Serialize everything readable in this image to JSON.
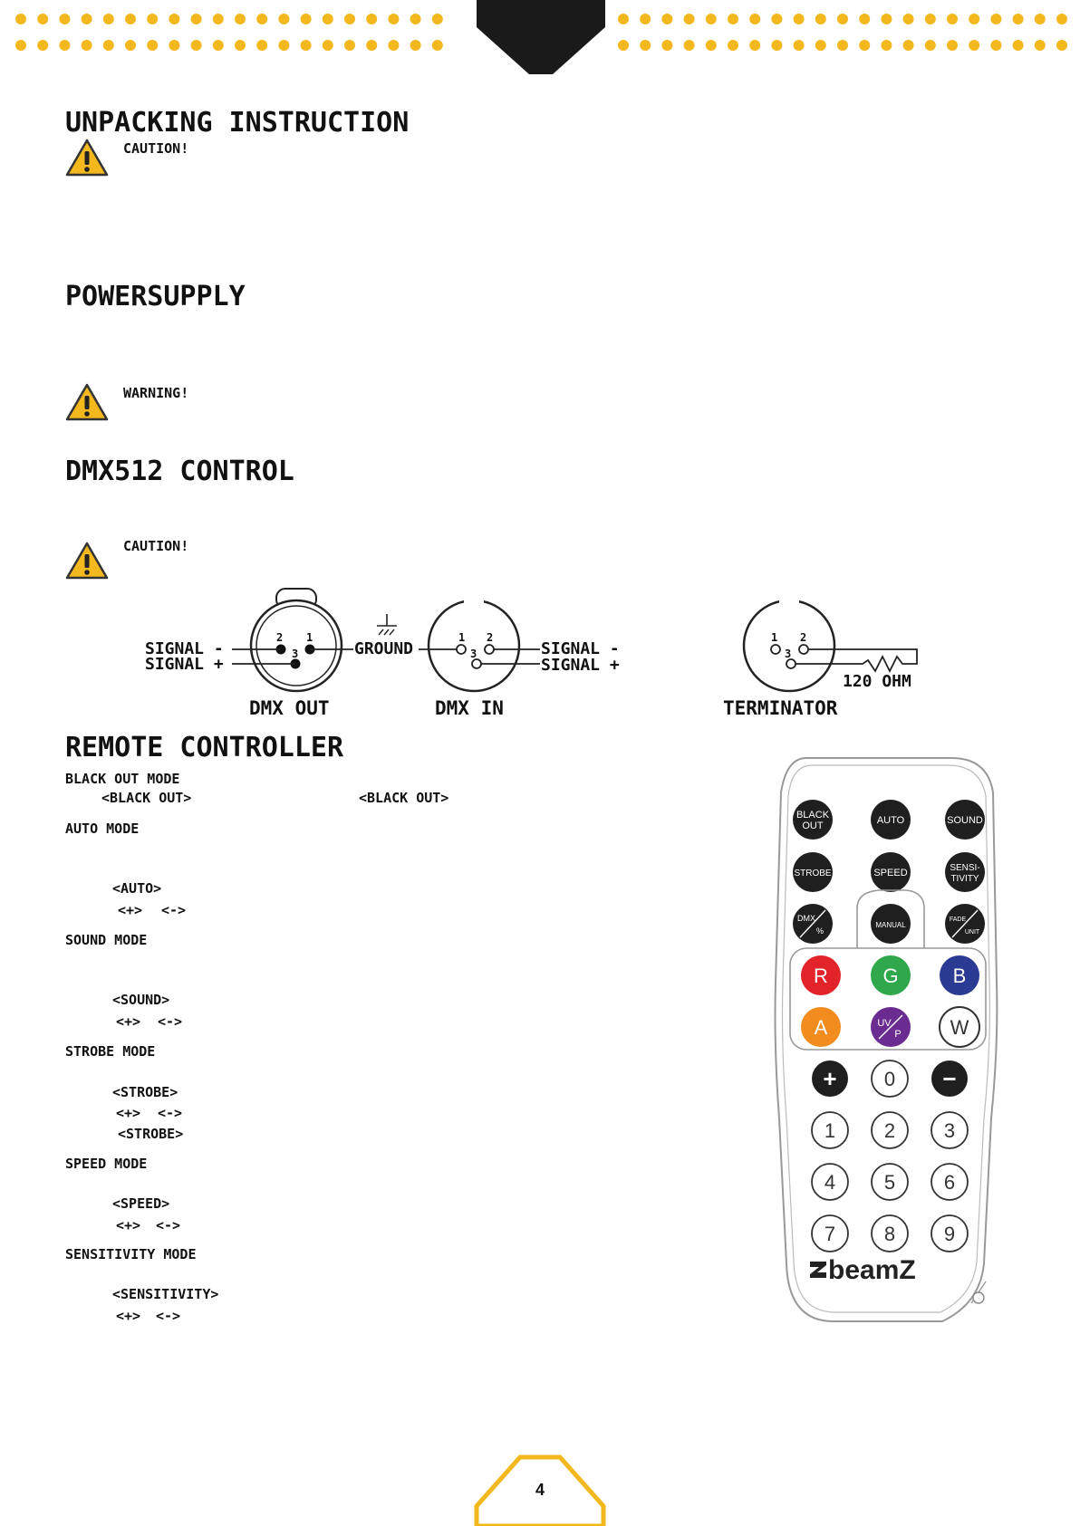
{
  "header": {
    "dot_color": "#f3b81e",
    "tab_color": "#1a1a1a"
  },
  "sections": {
    "unpacking": {
      "title": "UNPACKING INSTRUCTION",
      "caution": "CAUTION!"
    },
    "power": {
      "title": "POWERSUPPLY",
      "warning": "WARNING!"
    },
    "dmx": {
      "title": "DMX512 CONTROL",
      "caution": "CAUTION!"
    },
    "remote": {
      "title": "REMOTE CONTROLLER"
    }
  },
  "dmx_diagram": {
    "signal_minus": "SIGNAL -",
    "signal_plus": "SIGNAL +",
    "ground": "GROUND",
    "out_label": "DMX OUT",
    "in_label": "DMX IN",
    "terminator_label": "TERMINATOR",
    "resistor_label": "120 OHM",
    "pin1": "1",
    "pin2": "2",
    "pin3": "3"
  },
  "remote_modes": {
    "blackout": {
      "heading": "BLACK OUT MODE",
      "key1": "<BLACK OUT>",
      "key2": "<BLACK OUT>"
    },
    "auto": {
      "heading": "AUTO MODE",
      "key": "<AUTO>",
      "plus": "<+>",
      "minus": "<->"
    },
    "sound": {
      "heading": "SOUND MODE",
      "key": "<SOUND>",
      "plus": "<+>",
      "minus": "<->"
    },
    "strobe": {
      "heading": "STROBE MODE",
      "key": "<STROBE>",
      "plus": "<+>",
      "minus": "<->",
      "key2": "<STROBE>"
    },
    "speed": {
      "heading": "SPEED MODE",
      "key": "<SPEED>",
      "plus": "<+>",
      "minus": "<->"
    },
    "sensitivity": {
      "heading": "SENSITIVITY MODE",
      "key": "<SENSITIVITY>",
      "plus": "<+>",
      "minus": "<->"
    }
  },
  "remote_buttons": {
    "blackout": [
      "BLACK",
      "OUT"
    ],
    "auto": "AUTO",
    "sound": "SOUND",
    "strobe": "STROBE",
    "speed": "SPEED",
    "sensitivity": [
      "SENSI-",
      "TIVITY"
    ],
    "dmx": [
      "DMX",
      "%"
    ],
    "manual": "MANUAL",
    "fade": [
      "FADE",
      "UNIT"
    ],
    "r": "R",
    "g": "G",
    "b": "B",
    "a": "A",
    "uv": [
      "UV",
      "P"
    ],
    "w": "W",
    "plus": "+",
    "zero": "0",
    "minus": "−",
    "digits": [
      "1",
      "2",
      "3",
      "4",
      "5",
      "6",
      "7",
      "8",
      "9"
    ],
    "brand": "beamZ"
  },
  "colors": {
    "red": "#e2232a",
    "green": "#2ea84a",
    "blue": "#2b3a93",
    "amber": "#f28c1e",
    "uv": "#6b2c91"
  },
  "footer": {
    "page_number": "4",
    "outline_color": "#f3b81e"
  }
}
